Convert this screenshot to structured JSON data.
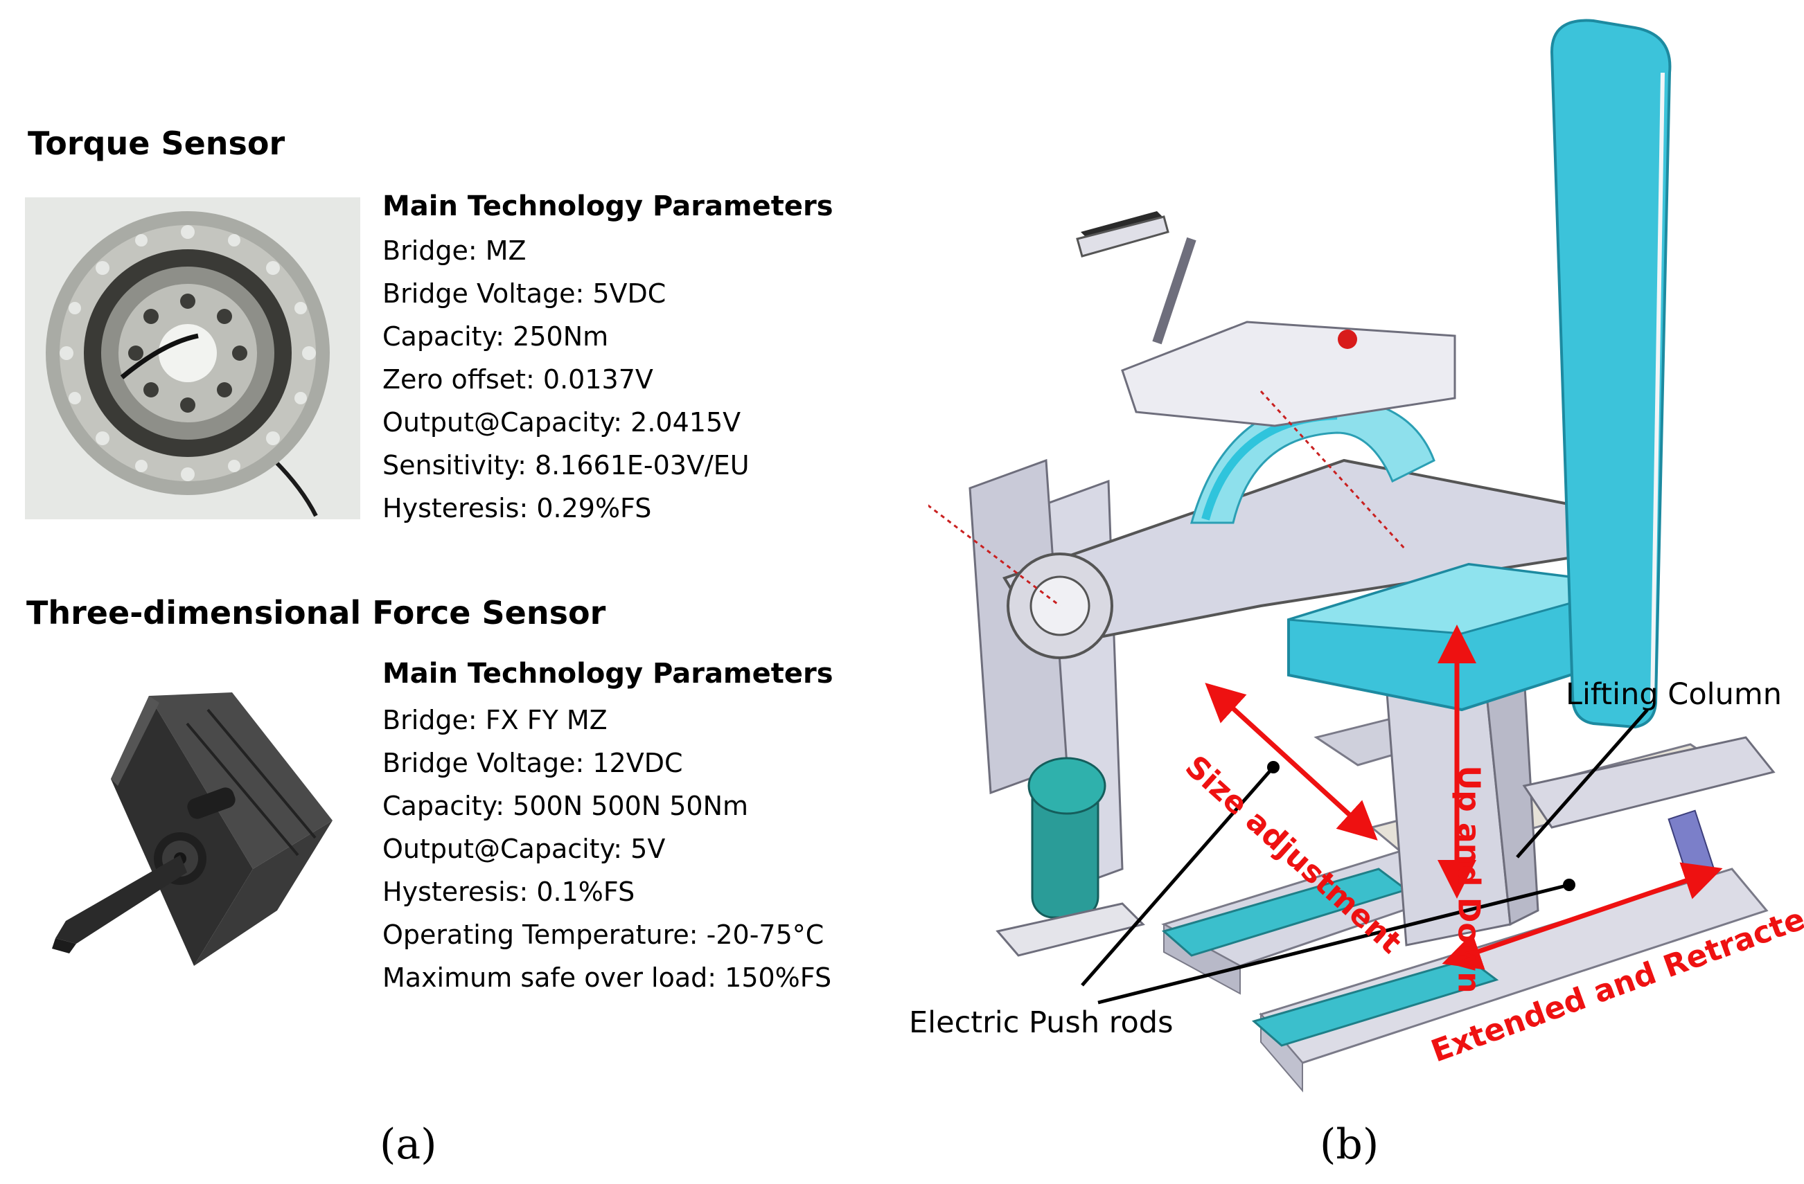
{
  "panel_a": {
    "torque": {
      "heading": "Torque Sensor",
      "params_title": "Main Technology Parameters",
      "params": [
        "Bridge: MZ",
        "Bridge Voltage: 5VDC",
        "Capacity: 250Nm",
        "Zero offset: 0.0137V",
        "Output@Capacity: 2.0415V",
        "Sensitivity: 8.1661E-03V/EU",
        "Hysteresis: 0.29%FS"
      ]
    },
    "force": {
      "heading": "Three-dimensional Force Sensor",
      "params_title": "Main Technology Parameters",
      "params": [
        "Bridge: FX FY MZ",
        "Bridge Voltage: 12VDC",
        "Capacity: 500N 500N 50Nm",
        "Output@Capacity: 5V",
        "Hysteresis: 0.1%FS",
        "Operating Temperature: -20-75°C",
        "Maximum safe over load: 150%FS"
      ]
    },
    "caption": "(a)"
  },
  "panel_b": {
    "labels": {
      "lifting_column": "Lifting Column",
      "electric_push_rods": "Electric Push rods",
      "size_adjustment": "Size adjustment",
      "up_and_down": "Up and Down",
      "extended_retracted": "Extended and Retracted"
    },
    "caption": "(b)"
  },
  "colors": {
    "annotation_red": "#ee1111",
    "cushion_cyan": "#3cc3da",
    "frame_grey": "#d5d6e2",
    "teal": "#2a9c98"
  }
}
